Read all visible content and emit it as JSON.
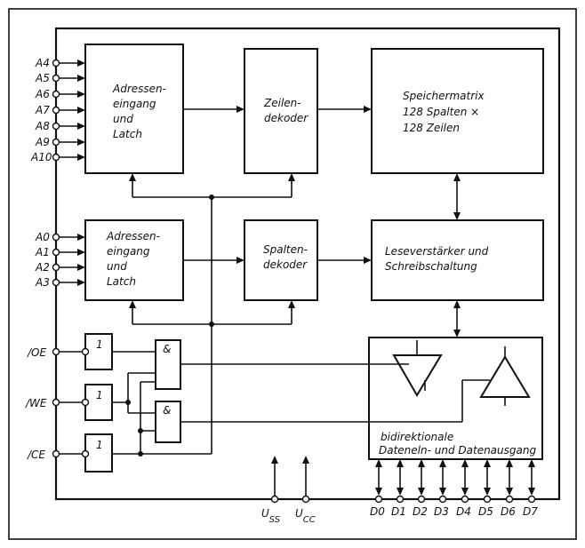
{
  "blocks": {
    "addr_upper": [
      "Adressen-",
      "eingang",
      "und",
      "Latch"
    ],
    "row_decoder": [
      "Zeilen-",
      "dekoder"
    ],
    "memory_matrix": [
      "Speichermatrix",
      "128  Spalten ×",
      "128  Zeilen"
    ],
    "addr_lower": [
      "Adressen-",
      "eingang",
      "und",
      "Latch"
    ],
    "col_decoder": [
      "Spalten-",
      "dekoder"
    ],
    "sense_amp": [
      "Leseverstärker  und",
      "Schreibschaltung"
    ],
    "io_block": [
      "bidirektionale",
      "Dateneln- und Datenausgang"
    ]
  },
  "gates": {
    "inverter": "1",
    "and": "&"
  },
  "pins": {
    "upper_address": [
      "A4",
      "A5",
      "A6",
      "A7",
      "A8",
      "A9",
      "A10"
    ],
    "lower_address": [
      "A0",
      "A1",
      "A2",
      "A3"
    ],
    "control": [
      "/OE",
      "/WE",
      "/CE"
    ],
    "data": [
      "D0",
      "D1",
      "D2",
      "D3",
      "D4",
      "D5",
      "D6",
      "D7"
    ],
    "supply": {
      "vss_main": "U",
      "vss_sub": "SS",
      "vcc_main": "U",
      "vcc_sub": "CC"
    }
  }
}
